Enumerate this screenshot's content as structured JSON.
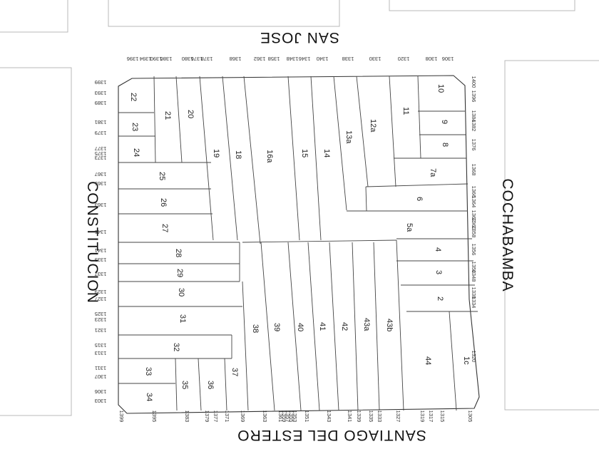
{
  "streets": {
    "north": "SAN JOSE",
    "east": "COCHABAMBA",
    "south": "SANTIAGO DEL ESTERO",
    "west": "CONSTITUCION"
  },
  "lots": [
    "22",
    "23",
    "24",
    "21",
    "20",
    "19",
    "18",
    "16a",
    "15",
    "14",
    "13a",
    "12a",
    "11",
    "10",
    "9",
    "8",
    "7a",
    "6",
    "5a",
    "4",
    "3",
    "2",
    "1c",
    "44",
    "43b",
    "43a",
    "42",
    "41",
    "40",
    "39",
    "38",
    "37",
    "36",
    "35",
    "34",
    "33",
    "32",
    "31",
    "30",
    "29",
    "28",
    "27",
    "26",
    "25"
  ],
  "doors": {
    "north": [
      "1396",
      "1394",
      "1390",
      "1386",
      "1380",
      "1376",
      "1378",
      "1368",
      "1362",
      "1358",
      "1348",
      "1346",
      "1340",
      "1338",
      "1330",
      "1320",
      "1308",
      "1306"
    ],
    "east": [
      "1400",
      "1396",
      "1384",
      "1382",
      "1376",
      "1368",
      "1366",
      "1364",
      "1362",
      "1360",
      "1358",
      "1356",
      "1350",
      "1348",
      "1338",
      "1334",
      "1320"
    ],
    "south": [
      "1399",
      "1395",
      "1383",
      "1379",
      "1377",
      "1371",
      "1369",
      "1363",
      "1361",
      "1359",
      "1357",
      "1355",
      "1353",
      "1351",
      "1343",
      "1341",
      "1339",
      "1335",
      "1333",
      "1327",
      "1319",
      "1317",
      "1315",
      "1305"
    ],
    "west": [
      "1399",
      "1393",
      "1389",
      "1381",
      "1379",
      "1377",
      "1375",
      "1373",
      "1367",
      "1365",
      "1363",
      "1345",
      "1341",
      "1339",
      "1337",
      "1329",
      "1327",
      "1325",
      "1323",
      "1321",
      "1315",
      "1313",
      "1311",
      "1307",
      "1306",
      "1303"
    ]
  }
}
